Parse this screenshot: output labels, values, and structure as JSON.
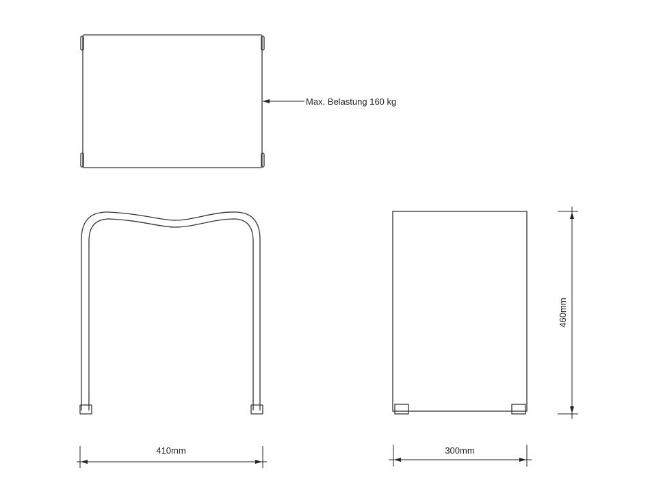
{
  "annotations": {
    "max_load": "Max. Belastung 160 kg"
  },
  "dimensions": {
    "width": "410mm",
    "depth": "300mm",
    "height": "460mm"
  },
  "colors": {
    "line": "#333333",
    "background": "#ffffff"
  }
}
